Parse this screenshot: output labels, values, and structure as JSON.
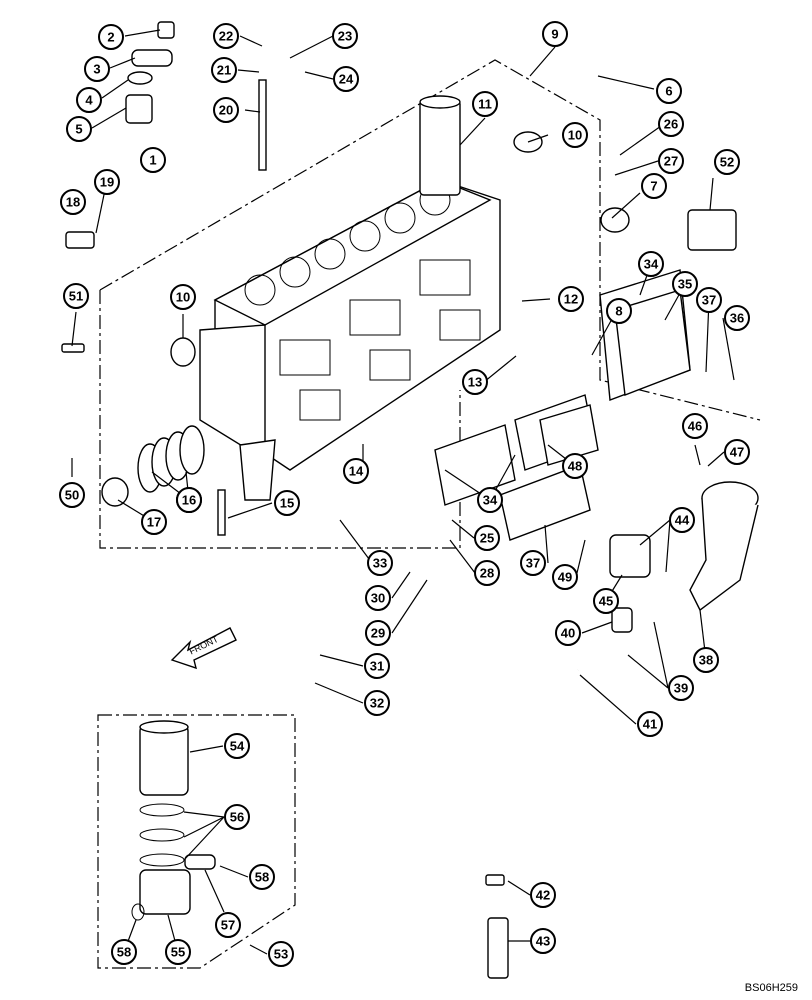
{
  "callouts": [
    "1",
    "2",
    "3",
    "4",
    "5",
    "6",
    "7",
    "8",
    "9",
    "10",
    "10",
    "11",
    "12",
    "13",
    "14",
    "15",
    "16",
    "16",
    "17",
    "18",
    "19",
    "20",
    "21",
    "22",
    "23",
    "24",
    "25",
    "26",
    "27",
    "28",
    "29",
    "30",
    "31",
    "32",
    "33",
    "34",
    "34",
    "35",
    "36",
    "37",
    "37",
    "38",
    "39",
    "40",
    "41",
    "42",
    "43",
    "44",
    "45",
    "46",
    "47",
    "48",
    "49",
    "50",
    "51",
    "52",
    "53",
    "54",
    "55",
    "56",
    "57",
    "58",
    "58"
  ],
  "front_label": "FRONT",
  "reference_code": "BS06H259"
}
